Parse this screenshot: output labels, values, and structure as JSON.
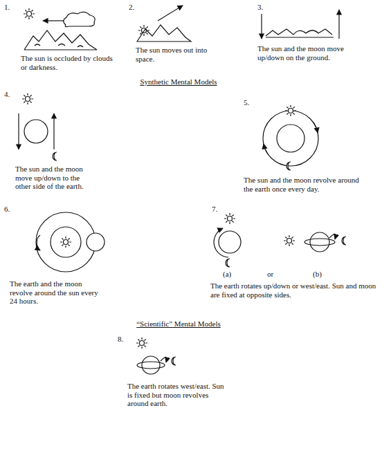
{
  "diagram": {
    "labels": [
      "1.",
      "The sun is occluded by clouds or darkness.",
      "2.",
      "The sun moves out into space.",
      "3.",
      "The sun and the moon move up/down on the ground.",
      "Synthetic Mental Models",
      "4.",
      "The sun and the moon move up/down to the other side of the earth.",
      "5.",
      "The sun and the moon revolve around the earth once every day.",
      "6.",
      "The earth and the moon revolve around the sun every 24 hours.",
      "7.",
      "(a)",
      "or",
      "(b)",
      "The earth rotates up/down or west/east. Sun and moon are fixed at opposite sides.",
      "“Scientific” Mental Models",
      "8.",
      "The earth rotates west/east. Sun is fixed but moon revolves around earth."
    ]
  }
}
